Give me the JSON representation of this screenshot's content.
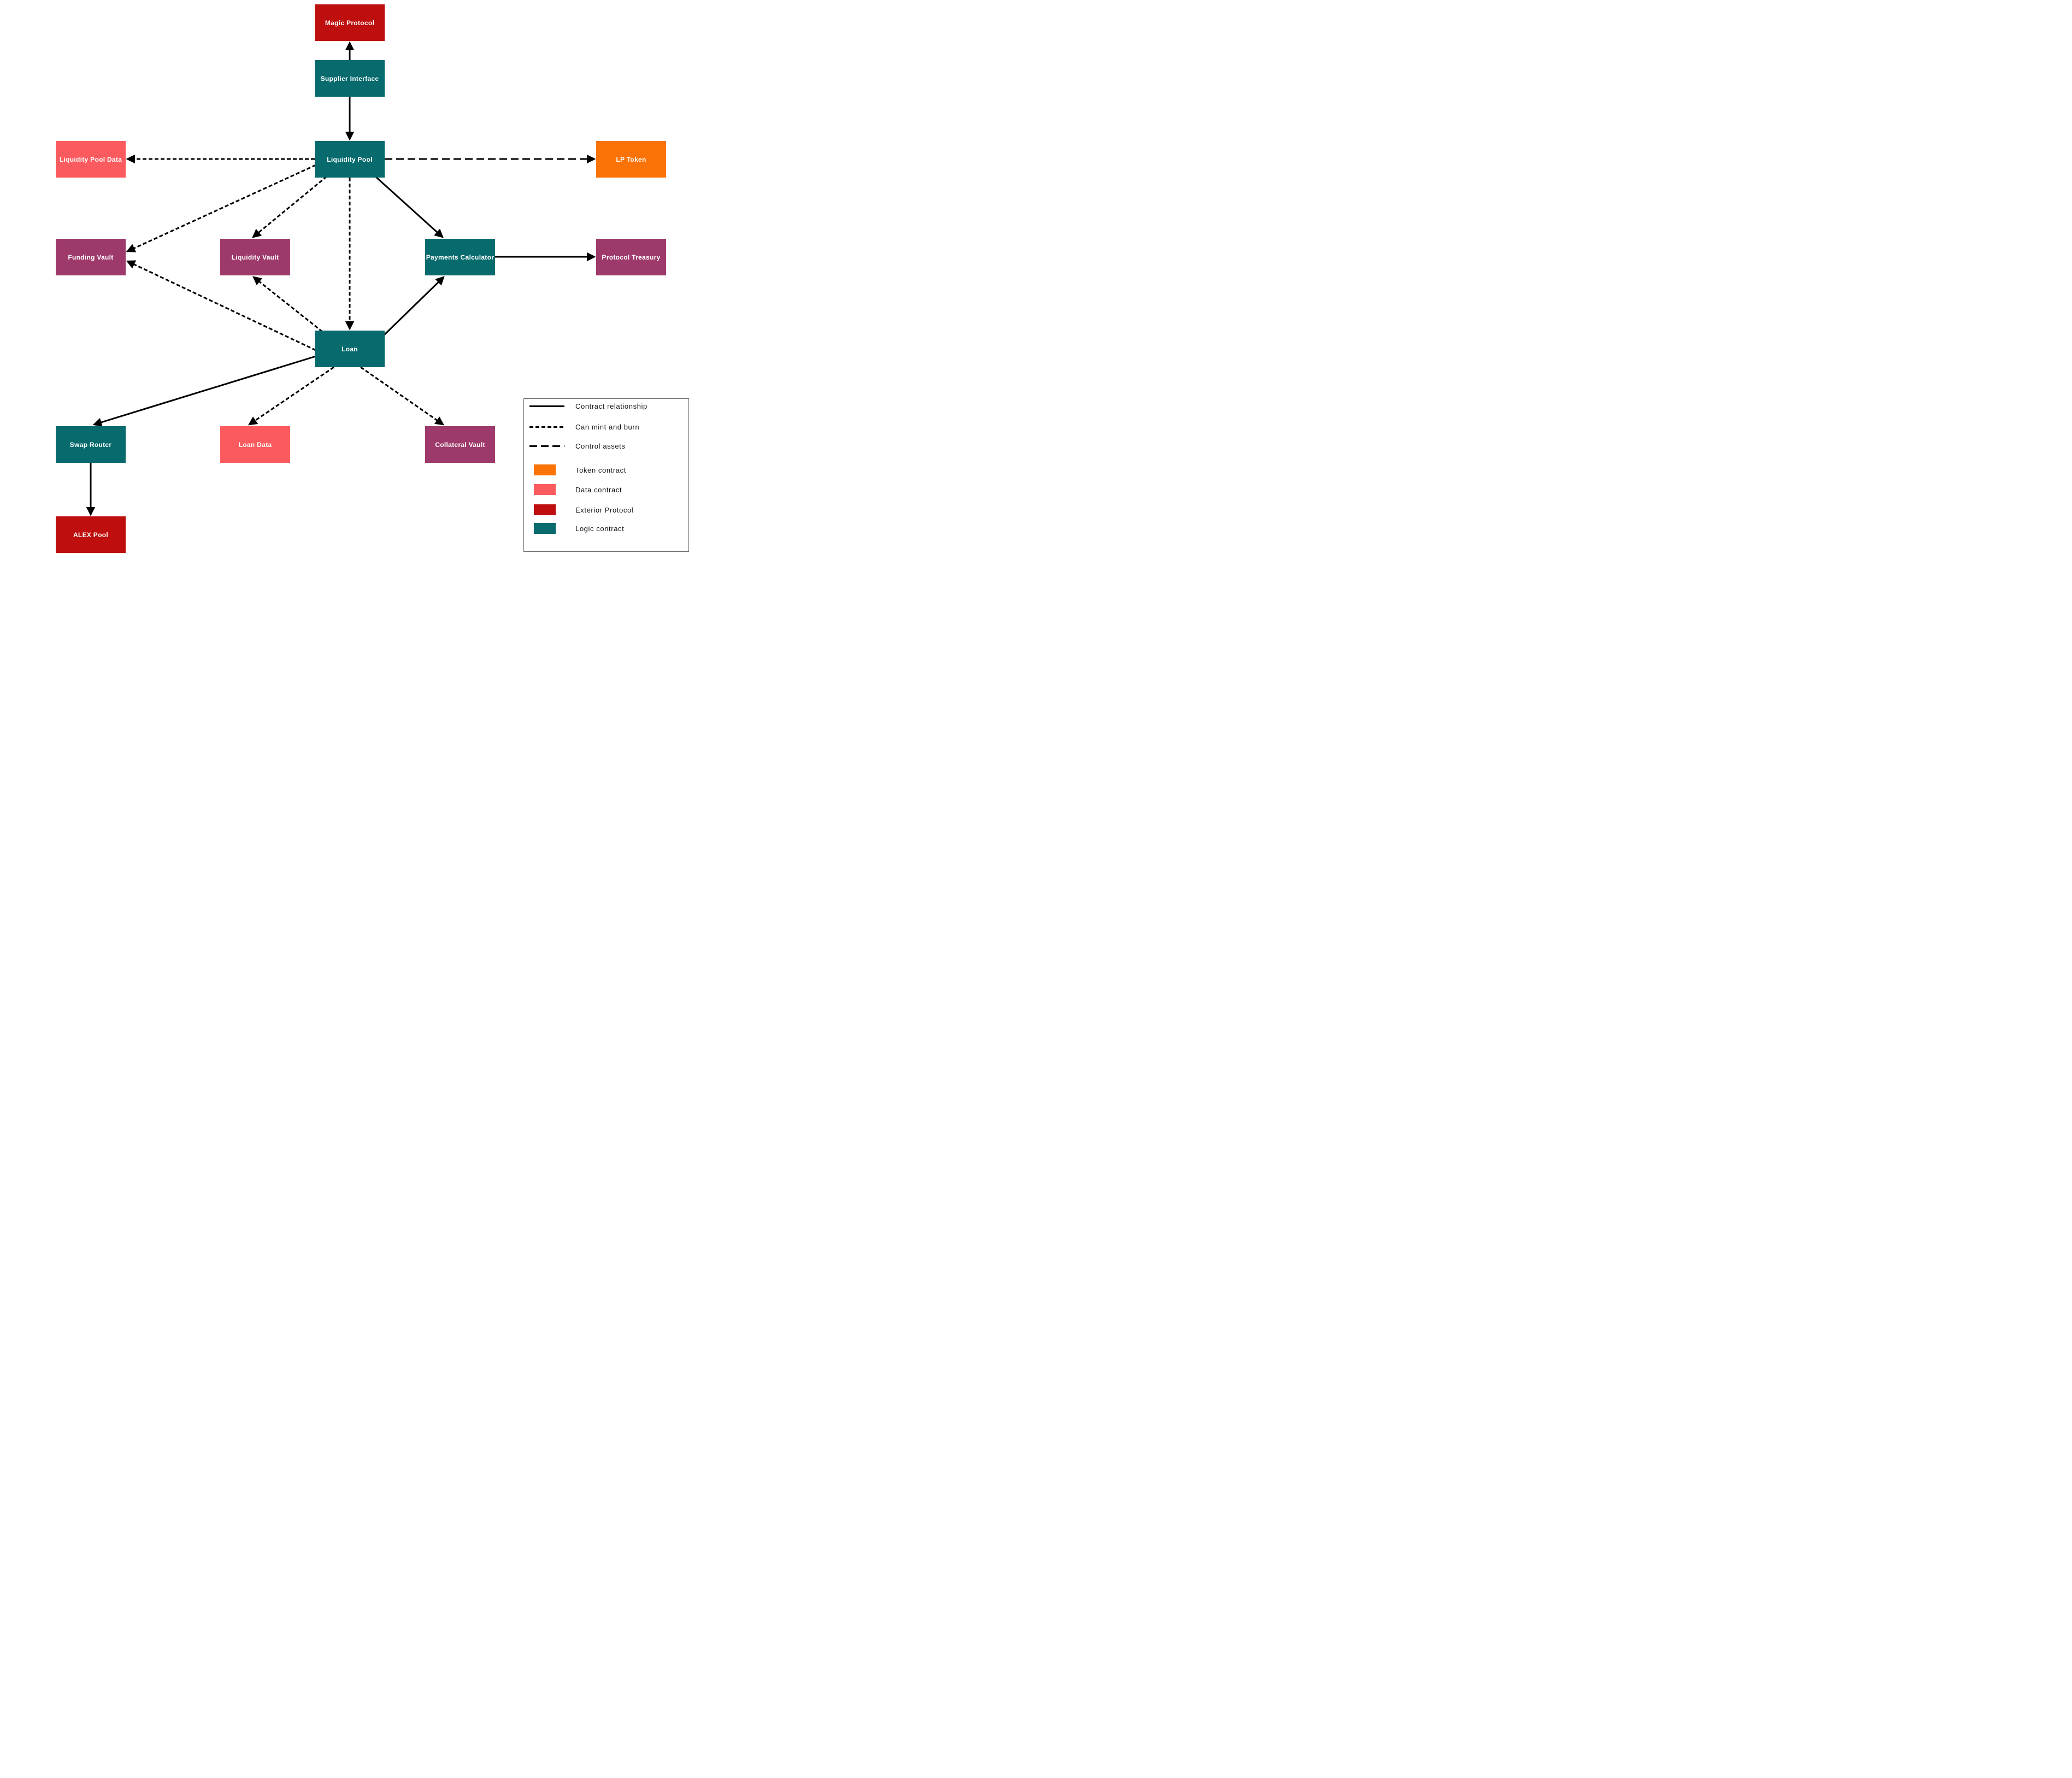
{
  "nodes": {
    "magic_protocol": {
      "label": "Magic Protocol",
      "type": "exterior"
    },
    "supplier_interface": {
      "label": "Supplier Interface",
      "type": "logic"
    },
    "liquidity_pool": {
      "label": "Liquidity Pool",
      "type": "logic"
    },
    "liquidity_pool_data": {
      "label": "Liquidity Pool Data",
      "type": "data"
    },
    "lp_token": {
      "label": "LP Token",
      "type": "token"
    },
    "funding_vault": {
      "label": "Funding Vault",
      "type": "vault"
    },
    "liquidity_vault": {
      "label": "Liquidity Vault",
      "type": "vault"
    },
    "payments_calculator": {
      "label": "Payments Calculator",
      "type": "logic"
    },
    "protocol_treasury": {
      "label": "Protocol Treasury",
      "type": "vault"
    },
    "loan": {
      "label": "Loan",
      "type": "logic"
    },
    "swap_router": {
      "label": "Swap Router",
      "type": "logic"
    },
    "loan_data": {
      "label": "Loan Data",
      "type": "data"
    },
    "collateral_vault": {
      "label": "Collateral Vault",
      "type": "vault"
    },
    "alex_pool": {
      "label": "ALEX Pool",
      "type": "exterior"
    }
  },
  "edges": [
    {
      "from": "supplier_interface",
      "to": "magic_protocol",
      "style": "contract_relationship"
    },
    {
      "from": "supplier_interface",
      "to": "liquidity_pool",
      "style": "contract_relationship"
    },
    {
      "from": "liquidity_pool",
      "to": "liquidity_pool_data",
      "style": "can_mint_and_burn"
    },
    {
      "from": "liquidity_pool",
      "to": "lp_token",
      "style": "control_assets"
    },
    {
      "from": "liquidity_pool",
      "to": "funding_vault",
      "style": "can_mint_and_burn"
    },
    {
      "from": "liquidity_pool",
      "to": "liquidity_vault",
      "style": "can_mint_and_burn"
    },
    {
      "from": "liquidity_pool",
      "to": "loan",
      "style": "can_mint_and_burn"
    },
    {
      "from": "liquidity_pool",
      "to": "payments_calculator",
      "style": "contract_relationship"
    },
    {
      "from": "loan",
      "to": "payments_calculator",
      "style": "contract_relationship"
    },
    {
      "from": "loan",
      "to": "funding_vault",
      "style": "can_mint_and_burn"
    },
    {
      "from": "loan",
      "to": "liquidity_vault",
      "style": "can_mint_and_burn"
    },
    {
      "from": "loan",
      "to": "swap_router",
      "style": "contract_relationship"
    },
    {
      "from": "swap_router",
      "to": "alex_pool",
      "style": "contract_relationship"
    },
    {
      "from": "loan",
      "to": "loan_data",
      "style": "can_mint_and_burn"
    },
    {
      "from": "loan",
      "to": "collateral_vault",
      "style": "can_mint_and_burn"
    },
    {
      "from": "payments_calculator",
      "to": "protocol_treasury",
      "style": "contract_relationship"
    }
  ],
  "legend": {
    "line_items": [
      {
        "style": "solid",
        "label": "Contract relationship"
      },
      {
        "style": "mint",
        "label": "Can mint and burn"
      },
      {
        "style": "control",
        "label": "Control assets"
      }
    ],
    "color_items": [
      {
        "key": "token",
        "label": "Token contract"
      },
      {
        "key": "data",
        "label": "Data contract"
      },
      {
        "key": "exterior",
        "label": "Exterior Protocol"
      },
      {
        "key": "logic",
        "label": "Logic contract"
      }
    ]
  },
  "colors": {
    "token": "#FB7306",
    "data": "#FB5B5E",
    "exterior": "#BE0E0E",
    "logic": "#076A6D",
    "vault": "#9E3A6B",
    "edge": "#000000"
  }
}
